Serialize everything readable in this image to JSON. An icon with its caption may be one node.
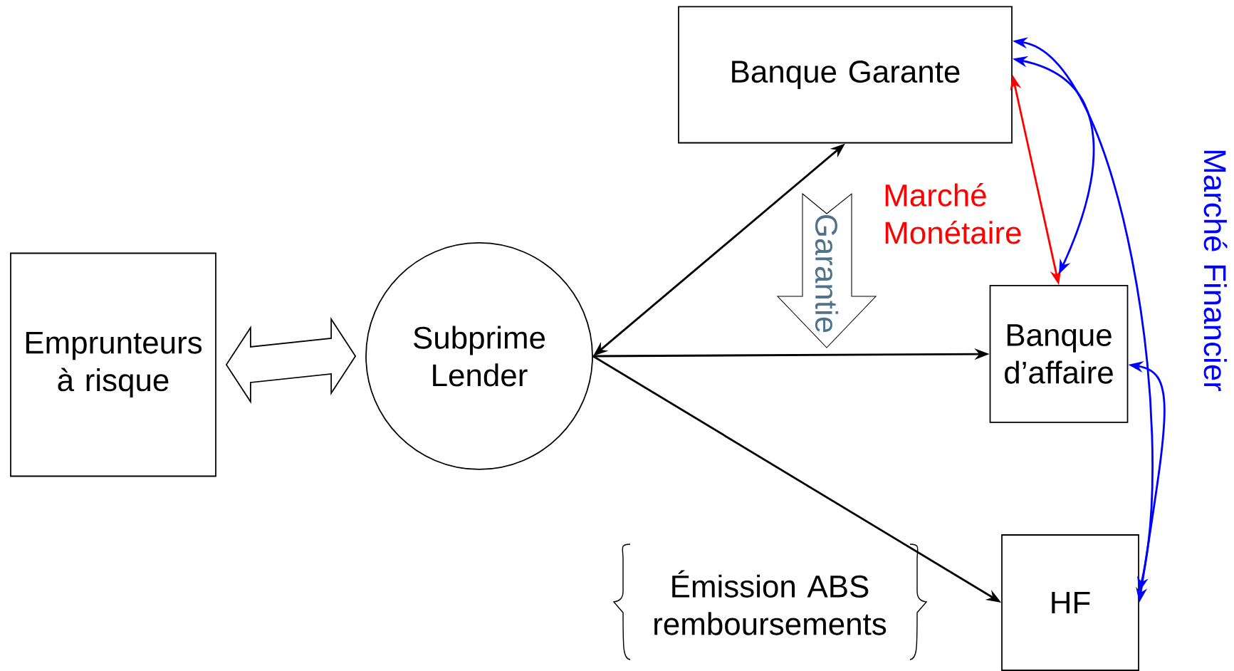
{
  "diagram": {
    "nodes": [
      {
        "text": [
          "Emprunteurs à risque"
        ]
      },
      {
        "text": [
          "Subprime Lender"
        ]
      },
      {
        "text": [
          "Banque Garante"
        ]
      },
      {
        "text": [
          "Banque d’affaire"
        ]
      },
      {
        "text": [
          "HF"
        ]
      },
      {
        "text": [
          "Garantie"
        ]
      }
    ],
    "edges": [
      {
        "from": 0,
        "to": 1,
        "arrow": "both"
      },
      {
        "from": 1,
        "to": 2,
        "arrow": "both"
      },
      {
        "from": 1,
        "to": 3,
        "arrow": "to"
      },
      {
        "from": 1,
        "to": 4,
        "arrow": "to"
      },
      {
        "from": 2,
        "to": 3,
        "arrow": "both",
        "color": "#ff0000",
        "label": "Marché Monétaire"
      },
      {
        "from": 2,
        "to": 3,
        "arrow": "both",
        "color": "#0000ff"
      },
      {
        "from": 2,
        "to": 4,
        "arrow": "both",
        "color": "#0000ff"
      },
      {
        "from": 3,
        "to": 4,
        "arrow": "both",
        "color": "#0000ff"
      }
    ],
    "labels": [
      "Marché Financier",
      "Émission ABS remboursements"
    ]
  }
}
